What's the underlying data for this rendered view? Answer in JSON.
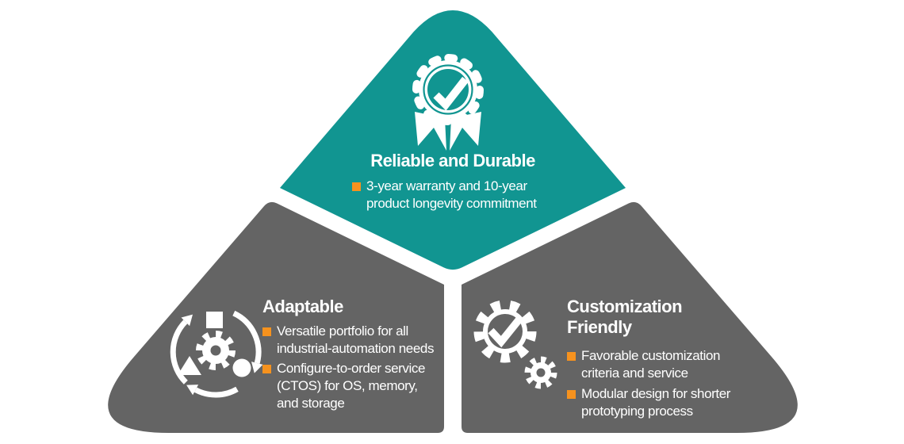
{
  "sections": {
    "top": {
      "title": "Reliable and Durable",
      "icon": "award-badge-check-icon",
      "bullets": [
        {
          "lines": [
            "3-year warranty and 10-year",
            "product longevity commitment"
          ]
        }
      ]
    },
    "left": {
      "title": "Adaptable",
      "icon": "adaptability-cycle-shapes-icon",
      "bullets": [
        {
          "lines": [
            "Versatile portfolio for all",
            "industrial-automation needs"
          ]
        },
        {
          "lines": [
            "Configure-to-order service",
            "(CTOS) for OS, memory,",
            "and storage"
          ]
        }
      ]
    },
    "right": {
      "title_lines": [
        "Customization",
        "Friendly"
      ],
      "icon": "gears-check-icon",
      "bullets": [
        {
          "lines": [
            "Favorable customization",
            "criteria and service"
          ]
        },
        {
          "lines": [
            "Modular design for shorter",
            "prototyping process"
          ]
        }
      ]
    }
  },
  "colors": {
    "teal": "#119591",
    "gray": "#646464",
    "orange": "#F6921E",
    "white": "#FFFFFF"
  }
}
